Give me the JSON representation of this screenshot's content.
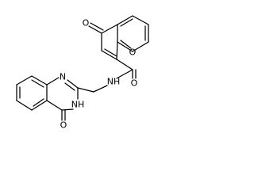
{
  "molecule": {
    "atoms": {
      "carbonyl_o_chromone": "O",
      "ring_o_chromone": "O",
      "amide_o": "O",
      "amide_nh": "NH",
      "quinazoline_n1": "N",
      "quinazoline_nh": "NH",
      "quinazoline_carbonyl_o": "O"
    }
  },
  "colors": {
    "bond": "#000000",
    "text": "#000000",
    "background": "#ffffff"
  }
}
